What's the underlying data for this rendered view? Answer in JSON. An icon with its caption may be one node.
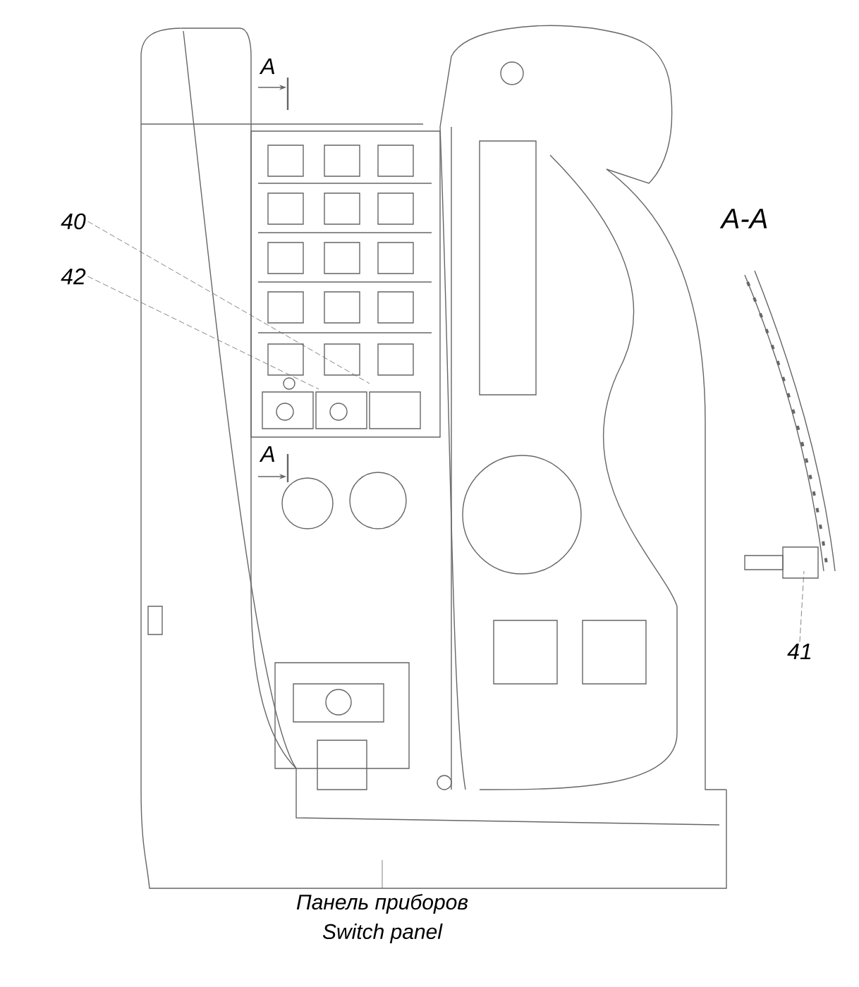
{
  "diagram": {
    "nodes": [
      {
        "text": [
          "40"
        ]
      },
      {
        "text": [
          "42"
        ]
      },
      {
        "text": [
          "41"
        ]
      }
    ],
    "edges": [
      {
        "from": 0,
        "to": null,
        "arrow": "none",
        "style": "dashed"
      },
      {
        "from": 1,
        "to": null,
        "arrow": "none",
        "style": "dashed"
      },
      {
        "from": 2,
        "to": null,
        "arrow": "none",
        "style": "dashed"
      }
    ],
    "labels": [
      "A",
      "A",
      "A-A",
      "Панель приборов",
      "Switch panel"
    ]
  }
}
